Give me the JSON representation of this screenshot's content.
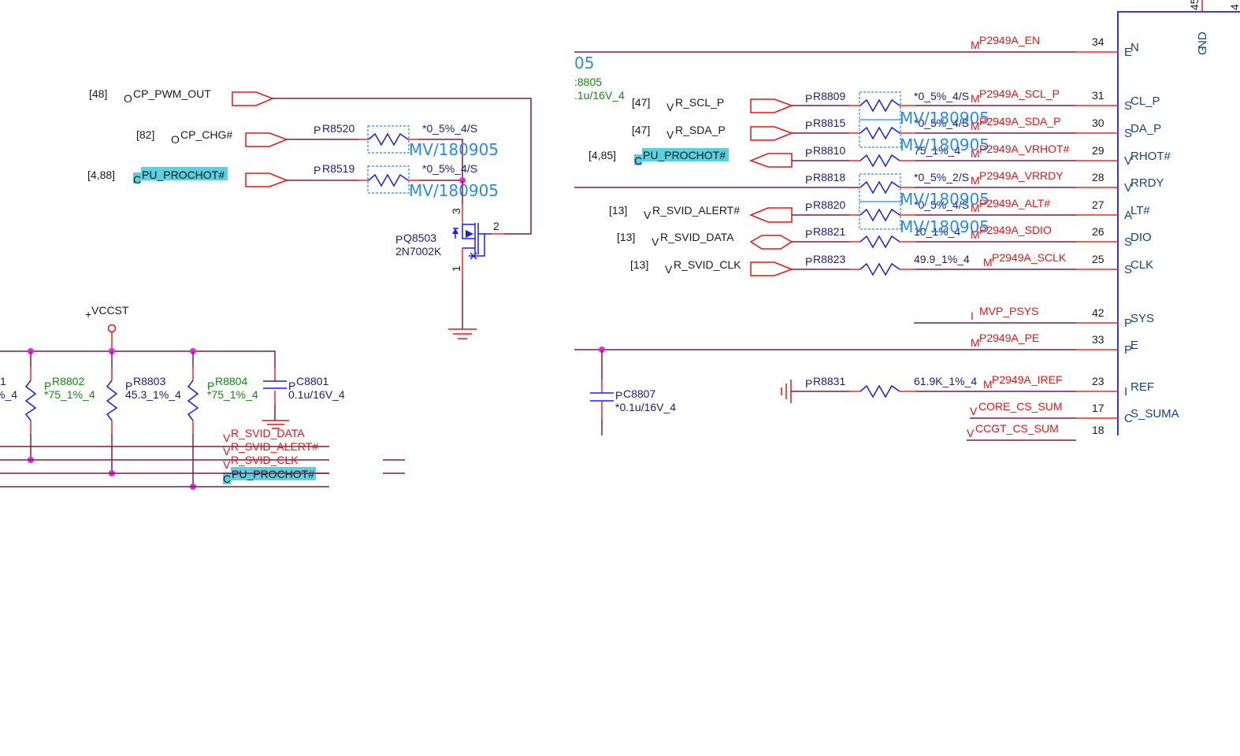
{
  "left_section": {
    "ports": [
      {
        "ref": "[48]",
        "prefix": "O",
        "net": "CP_PWM_OUT",
        "highlight": false
      },
      {
        "ref": "[82]",
        "prefix": "O",
        "net": "CP_CHG#",
        "highlight": false
      },
      {
        "ref": "[4,88]",
        "prefix": "C",
        "net": "PU_PROCHOT#",
        "highlight": true
      }
    ],
    "resistors": [
      {
        "prefix": "P",
        "ref": "R8520",
        "value": "*0_5%_4/S",
        "note": "MV/180905"
      },
      {
        "prefix": "P",
        "ref": "R8519",
        "value": "*0_5%_4/S",
        "note": "MV/180905"
      }
    ],
    "mosfet": {
      "prefix": "P",
      "ref": "Q8503",
      "part": "2N7002K",
      "pins": [
        "3",
        "2",
        "1"
      ]
    },
    "power_rail": {
      "prefix": "+",
      "name": "VCCST"
    },
    "pullups": [
      {
        "prefix": "",
        "ref": "1",
        "value": "%_4",
        "color": "navy"
      },
      {
        "prefix": "P",
        "ref": "R8802",
        "value": "*75_1%_4",
        "color": "green"
      },
      {
        "prefix": "P",
        "ref": "R8803",
        "value": "45.3_1%_4",
        "color": "navy"
      },
      {
        "prefix": "P",
        "ref": "R8804",
        "value": "*75_1%_4",
        "color": "green"
      }
    ],
    "capacitor": {
      "prefix": "P",
      "ref": "C8801",
      "value": "0.1u/16V_4"
    },
    "bus_nets": [
      {
        "prefix": "V",
        "net": "R_SVID_DATA",
        "highlight": false
      },
      {
        "prefix": "V",
        "net": "R_SVID_ALERT#",
        "highlight": false
      },
      {
        "prefix": "V",
        "net": "R_SVID_CLK",
        "highlight": false
      },
      {
        "prefix": "C",
        "net": "PU_PROCHOT#",
        "highlight": true
      }
    ]
  },
  "right_section": {
    "partial_labels": {
      "mv": "05",
      "cap_ref": ":8805",
      "cap_value": ".1u/16V_4"
    },
    "ports": [
      {
        "ref": "[47]",
        "prefix": "V",
        "net": "R_SCL_P",
        "highlight": false
      },
      {
        "ref": "[47]",
        "prefix": "V",
        "net": "R_SDA_P",
        "highlight": false
      },
      {
        "ref": "[4,85]",
        "prefix": "C",
        "net": "PU_PROCHOT#",
        "highlight": true
      },
      {
        "ref": "[13]",
        "prefix": "V",
        "net": "R_SVID_ALERT#",
        "highlight": false
      },
      {
        "ref": "[13]",
        "prefix": "V",
        "net": "R_SVID_DATA",
        "highlight": false
      },
      {
        "ref": "[13]",
        "prefix": "V",
        "net": "R_SVID_CLK",
        "highlight": false
      }
    ],
    "resistors": [
      {
        "prefix": "P",
        "ref": "R8809",
        "value": "*0_5%_4/S"
      },
      {
        "prefix": "P",
        "ref": "R8815",
        "value": "*0_5%_4/S"
      },
      {
        "prefix": "P",
        "ref": "R8810",
        "value": "75_1%_4"
      },
      {
        "prefix": "P",
        "ref": "R8818",
        "value": "*0_5%_2/S"
      },
      {
        "prefix": "P",
        "ref": "R8820",
        "value": "*0_5%_4/S"
      },
      {
        "prefix": "P",
        "ref": "R8821",
        "value": "10_1%_4"
      },
      {
        "prefix": "P",
        "ref": "R8823",
        "value": "49.9_1%_4"
      },
      {
        "prefix": "P",
        "ref": "R8831",
        "value": "61.9K_1%_4"
      }
    ],
    "mv_notes": [
      "MV/180905",
      "MV/180905",
      "MV/180905",
      "MV/180905"
    ],
    "capacitor": {
      "prefix": "P",
      "ref": "C8807",
      "value": "*0.1u/16V_4"
    },
    "nets": [
      {
        "prefix": "M",
        "net": "P2949A_EN",
        "pin": "34",
        "pin_prefix": "E",
        "pin_name": "N"
      },
      {
        "prefix": "M",
        "net": "P2949A_SCL_P",
        "pin": "31",
        "pin_prefix": "S",
        "pin_name": "CL_P"
      },
      {
        "prefix": "M",
        "net": "P2949A_SDA_P",
        "pin": "30",
        "pin_prefix": "S",
        "pin_name": "DA_P"
      },
      {
        "prefix": "M",
        "net": "P2949A_VRHOT#",
        "pin": "29",
        "pin_prefix": "V",
        "pin_name": "RHOT#"
      },
      {
        "prefix": "M",
        "net": "P2949A_VRRDY",
        "pin": "28",
        "pin_prefix": "V",
        "pin_name": "RRDY"
      },
      {
        "prefix": "M",
        "net": "P2949A_ALT#",
        "pin": "27",
        "pin_prefix": "A",
        "pin_name": "LT#"
      },
      {
        "prefix": "M",
        "net": "P2949A_SDIO",
        "pin": "26",
        "pin_prefix": "S",
        "pin_name": "DIO"
      },
      {
        "prefix": "M",
        "net": "P2949A_SCLK",
        "pin": "25",
        "pin_prefix": "S",
        "pin_name": "CLK"
      },
      {
        "prefix": "I",
        "net": "MVP_PSYS",
        "pin": "42",
        "pin_prefix": "P",
        "pin_name": "SYS"
      },
      {
        "prefix": "M",
        "net": "P2949A_PE",
        "pin": "33",
        "pin_prefix": "P",
        "pin_name": "E"
      },
      {
        "prefix": "M",
        "net": "P2949A_IREF",
        "pin": "23",
        "pin_prefix": "I",
        "pin_name": "REF"
      },
      {
        "prefix": "V",
        "net": "CORE_CS_SUM",
        "pin": "17",
        "pin_prefix": "C",
        "pin_name": "S_SUMA"
      },
      {
        "prefix": "V",
        "net": "CCGT_CS_SUM",
        "pin": "18",
        "pin_prefix": "",
        "pin_name": ""
      }
    ],
    "ic": {
      "gnd_pin_prefix": "G",
      "gnd_pin_name": "ND",
      "top_pins": [
        "45",
        "4"
      ]
    }
  }
}
